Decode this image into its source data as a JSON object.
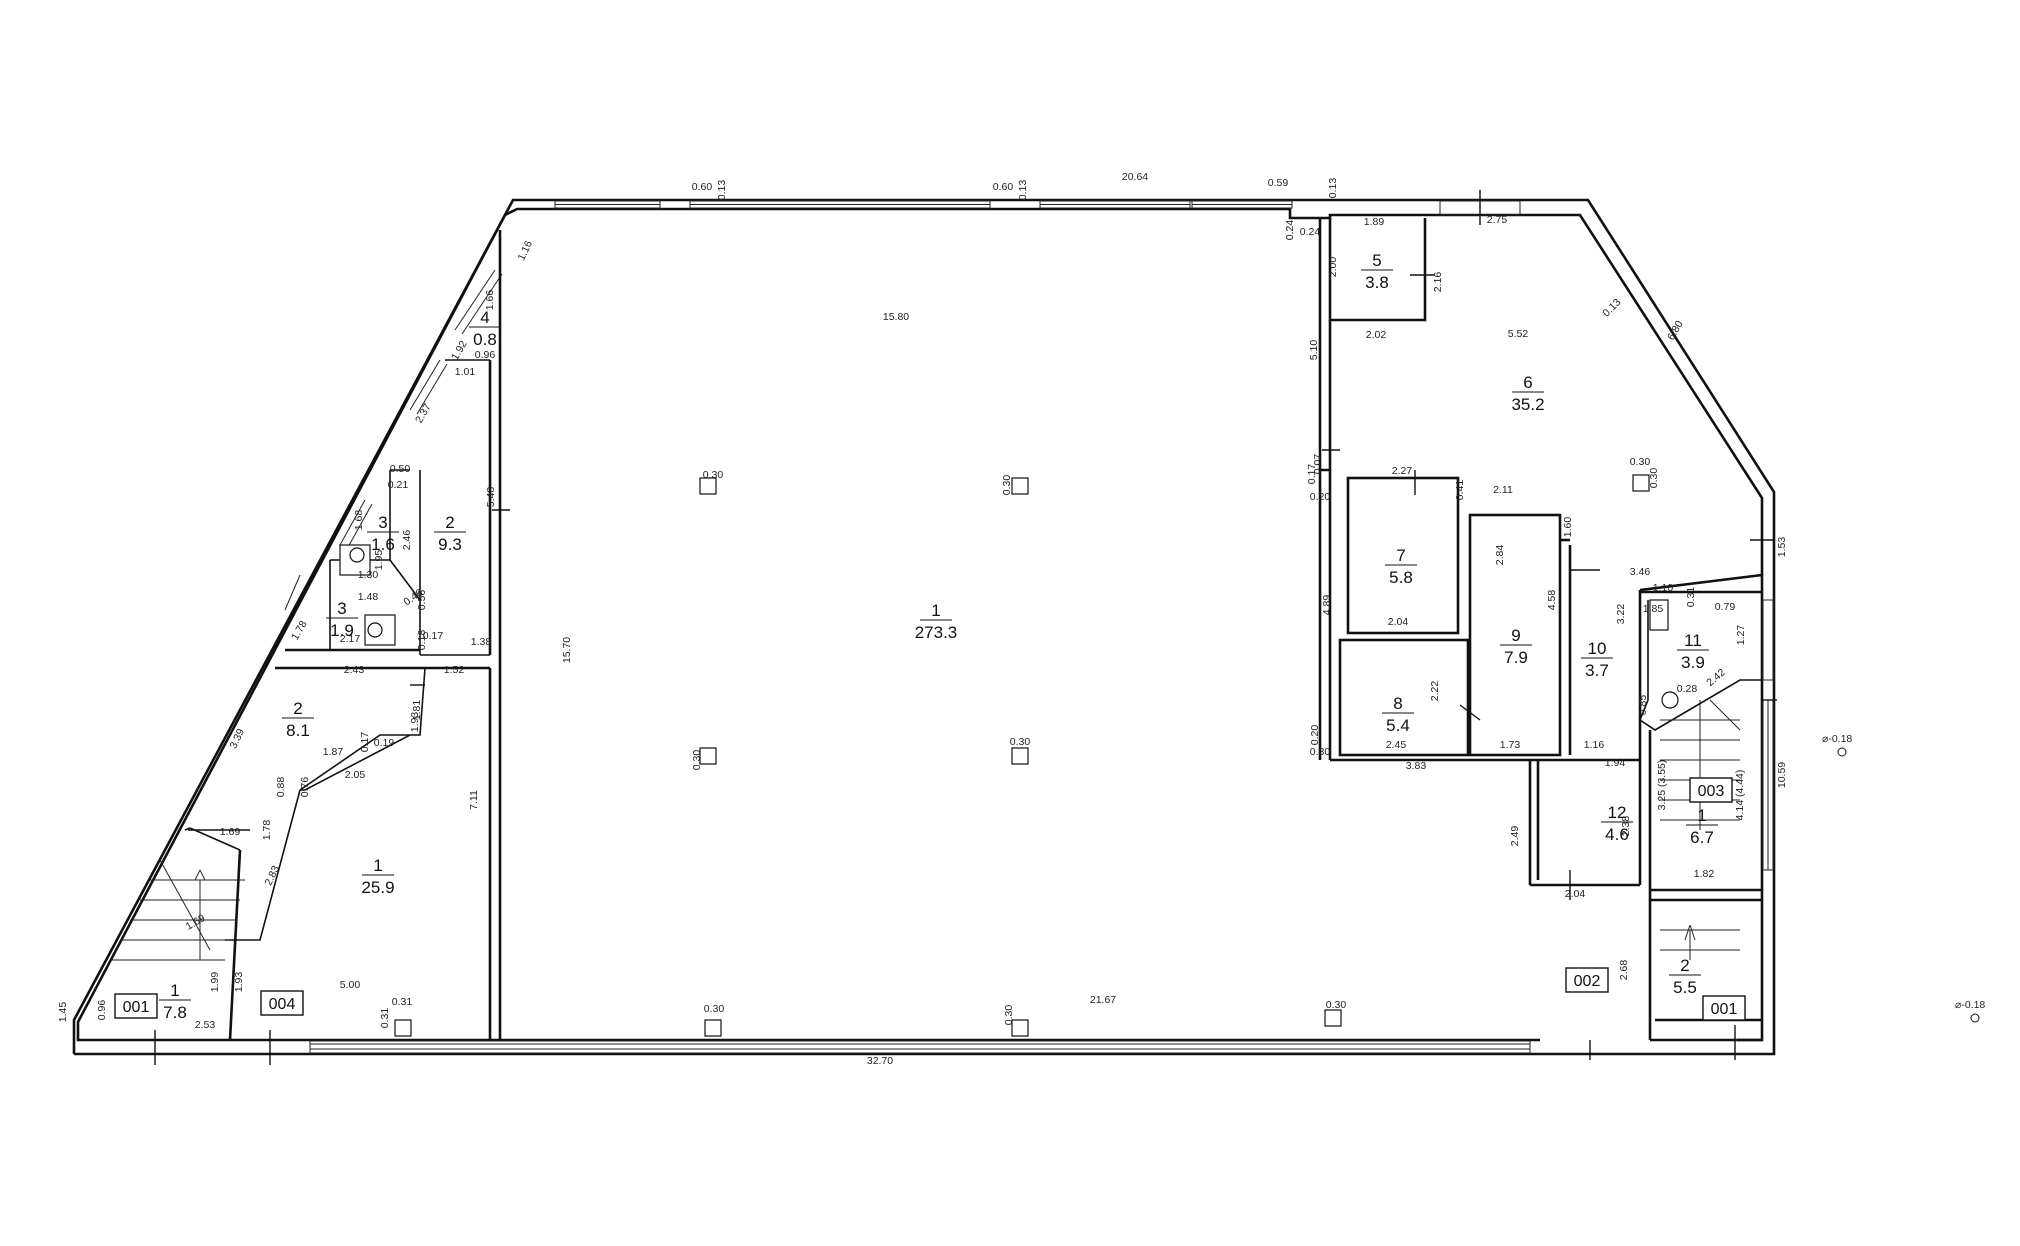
{
  "rooms": [
    {
      "n": "1",
      "a": "273.3"
    },
    {
      "n": "2",
      "a": "9.3"
    },
    {
      "n": "3",
      "a": "1.6"
    },
    {
      "n": "3",
      "a": "1.9"
    },
    {
      "n": "4",
      "a": "0.8"
    },
    {
      "n": "2",
      "a": "8.1"
    },
    {
      "n": "1",
      "a": "25.9"
    },
    {
      "n": "1",
      "a": "7.8"
    },
    {
      "n": "5",
      "a": "3.8"
    },
    {
      "n": "6",
      "a": "35.2"
    },
    {
      "n": "7",
      "a": "5.8"
    },
    {
      "n": "8",
      "a": "5.4"
    },
    {
      "n": "9",
      "a": "7.9"
    },
    {
      "n": "10",
      "a": "3.7"
    },
    {
      "n": "11",
      "a": "3.9"
    },
    {
      "n": "12",
      "a": "4.6"
    },
    {
      "n": "1",
      "a": "6.7"
    },
    {
      "n": "2",
      "a": "5.5"
    }
  ],
  "tags": [
    "001",
    "004",
    "002",
    "003",
    "001"
  ],
  "dims": [
    "20.64",
    "0.60",
    "0.13",
    "0.60",
    "0.13",
    "0.59",
    "0.13",
    "1.16",
    "15.80",
    "1.66",
    "1.92",
    "0.96",
    "1.01",
    "2.37",
    "5.48",
    "0.50",
    "0.21",
    "1.68",
    "2.46",
    "1.95",
    "1.30",
    "1.48",
    "0.46",
    "0.56",
    "1.78",
    "2.17",
    "0.18",
    "0.17",
    "1.38",
    "15.70",
    "2.43",
    "1.52",
    "1.81",
    "1.93",
    "3.39",
    "1.87",
    "0.17",
    "0.19",
    "0.88",
    "0.76",
    "2.05",
    "7.11",
    "1.69",
    "1.78",
    "2.83",
    "1.69",
    "1.99",
    "1.93",
    "5.00",
    "0.31",
    "0.31",
    "0.96",
    "2.53",
    "1.45",
    "21.67",
    "32.70",
    "0.24",
    "0.24",
    "1.89",
    "2.75",
    "2.00",
    "2.16",
    "5.10",
    "2.02",
    "5.52",
    "0.13",
    "6.80",
    "0.17",
    "0.07",
    "2.27",
    "0.41",
    "2.11",
    "0.20",
    "1.60",
    "2.84",
    "2.04",
    "4.89",
    "4.58",
    "3.46",
    "1.10",
    "0.31",
    "3.22",
    "1.85",
    "0.79",
    "1.27",
    "1.53",
    "2.22",
    "0.28",
    "2.42",
    "0.85",
    "0.20",
    "2.45",
    "1.73",
    "1.16",
    "0.30",
    "3.83",
    "1.94",
    "2.49",
    "2.38",
    "3.25 (3.55)",
    "4.14 (4.44)",
    "10.59",
    "1.82",
    "2.04",
    "2.68",
    "0.30",
    "0.30",
    "0.30",
    "0.30",
    "0.30",
    "0.30",
    "0.30",
    "0.30",
    "0.30"
  ],
  "levels": [
    "⌀-0.18",
    "⌀-0.18"
  ]
}
